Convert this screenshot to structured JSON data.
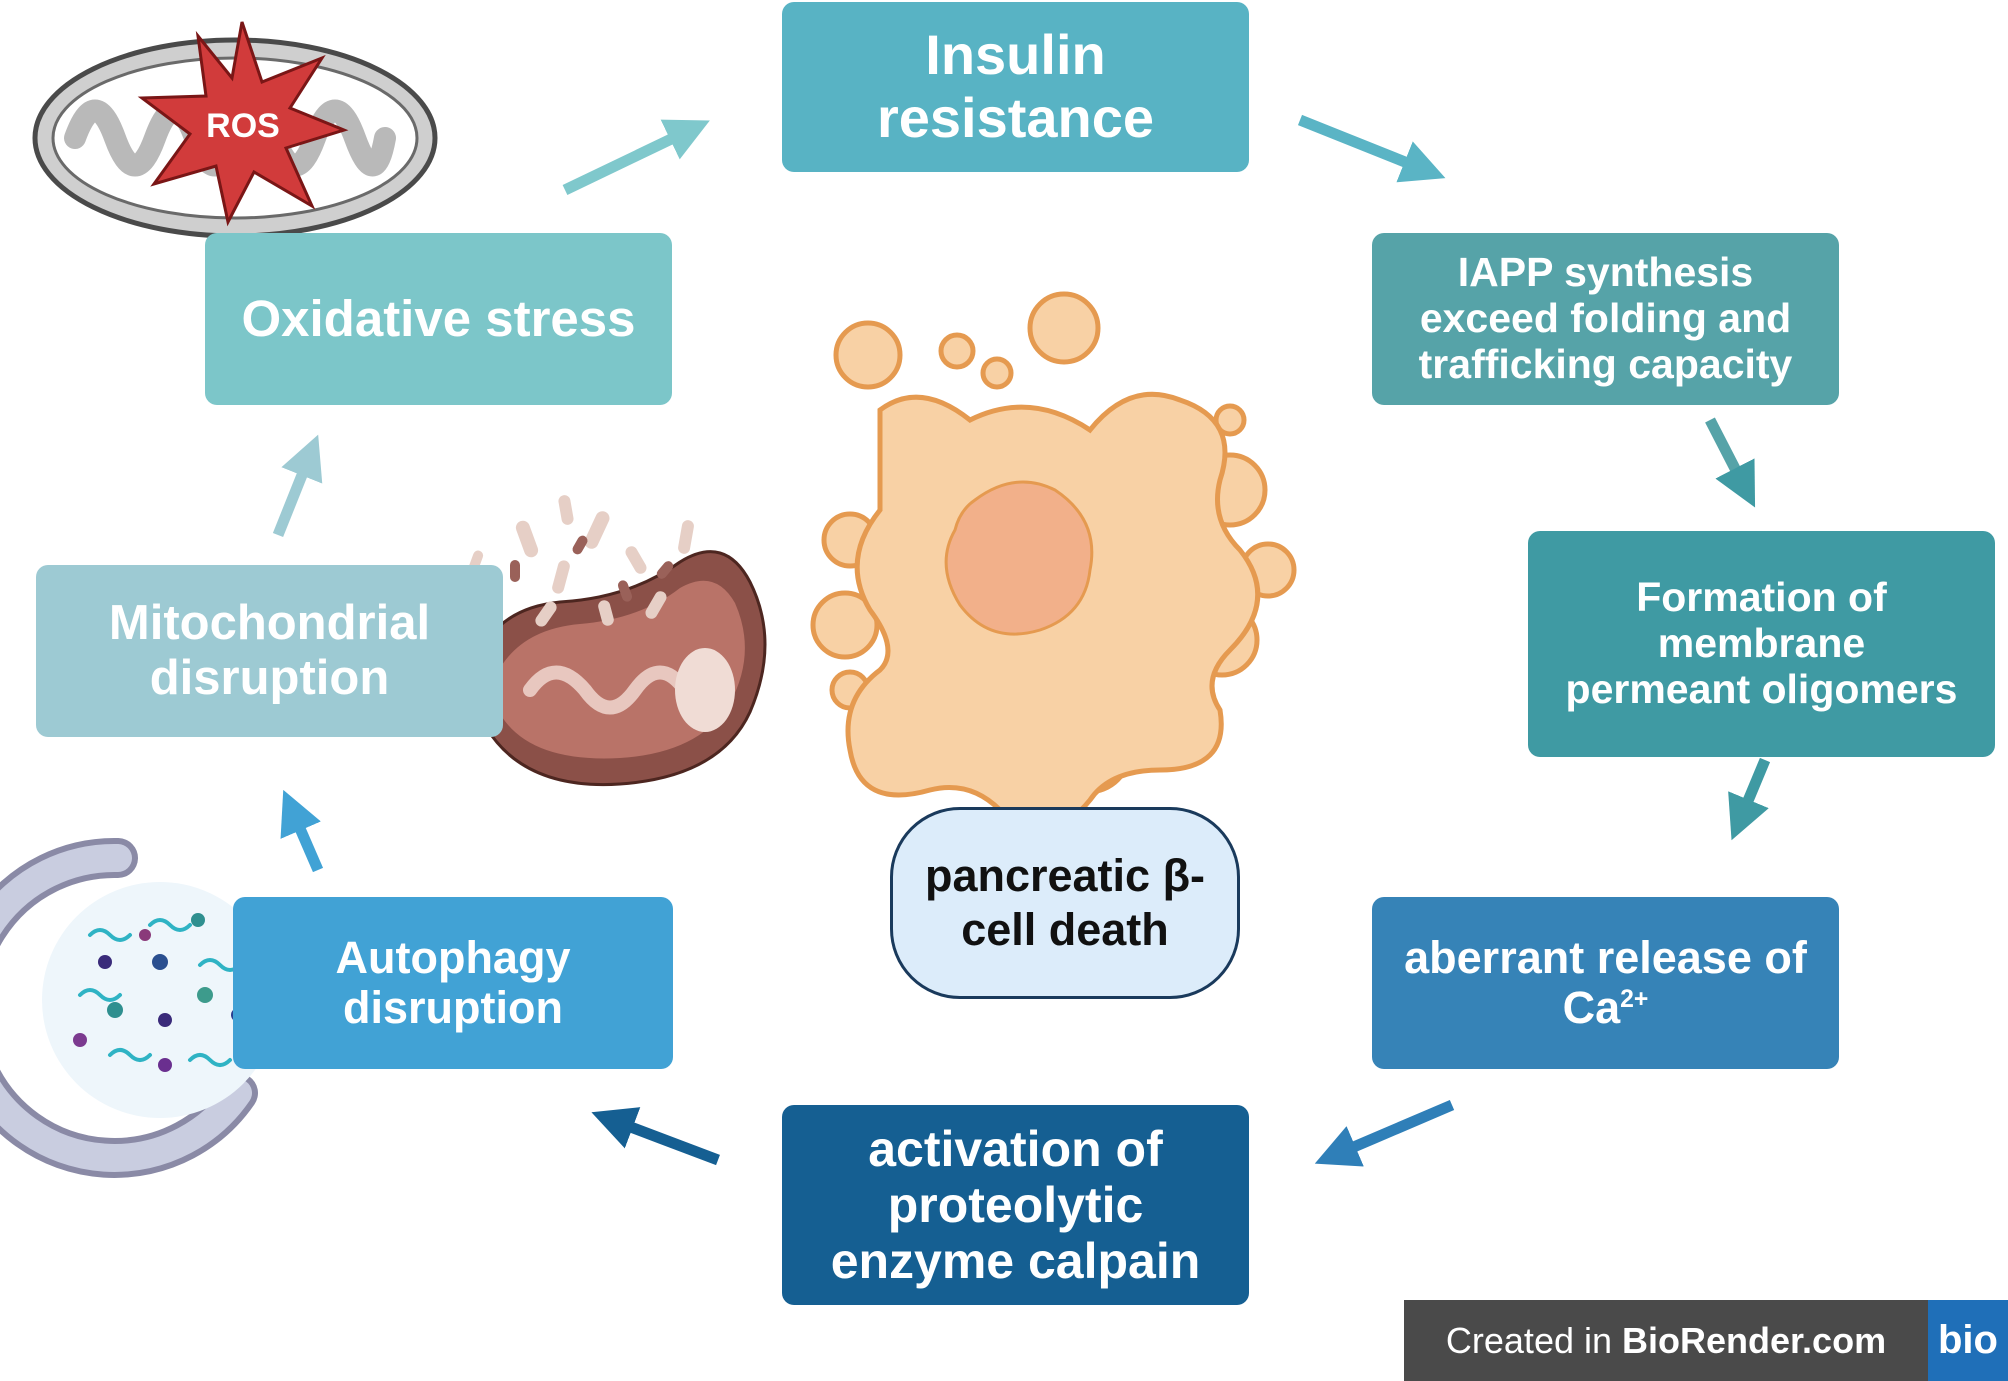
{
  "boxes": {
    "insulin_resistance": "Insulin\nresistance",
    "iapp": "IAPP synthesis\nexceed folding and\ntrafficking capacity",
    "formation": "Formation of\nmembrane\npermeant oligomers",
    "ca_release": "aberrant release of",
    "ca_symbol": "Ca",
    "ca_charge": "2+",
    "calpain": "activation of\nproteolytic\nenzyme calpain",
    "autophagy": "Autophagy\ndisruption",
    "mitochondrial": "Mitochondrial\ndisruption",
    "oxidative": "Oxidative stress"
  },
  "center": {
    "label": "pancreatic β-\ncell death"
  },
  "ros_label": "ROS",
  "credit": {
    "prefix": "Created in ",
    "brand": "BioRender.com",
    "logo": "bio"
  },
  "colors": {
    "insulin": "#58b3c4",
    "iapp": "#56a3a8",
    "formation": "#3f9aa3",
    "ca": "#3683b7",
    "calpain": "#155f92",
    "autophagy": "#41a2d5",
    "mito": "#9dcad3",
    "oxidative": "#7cc6c9",
    "cell": "#f8d1a5",
    "cell_outline": "#e59a50",
    "ros_star": "#d13b3b"
  }
}
